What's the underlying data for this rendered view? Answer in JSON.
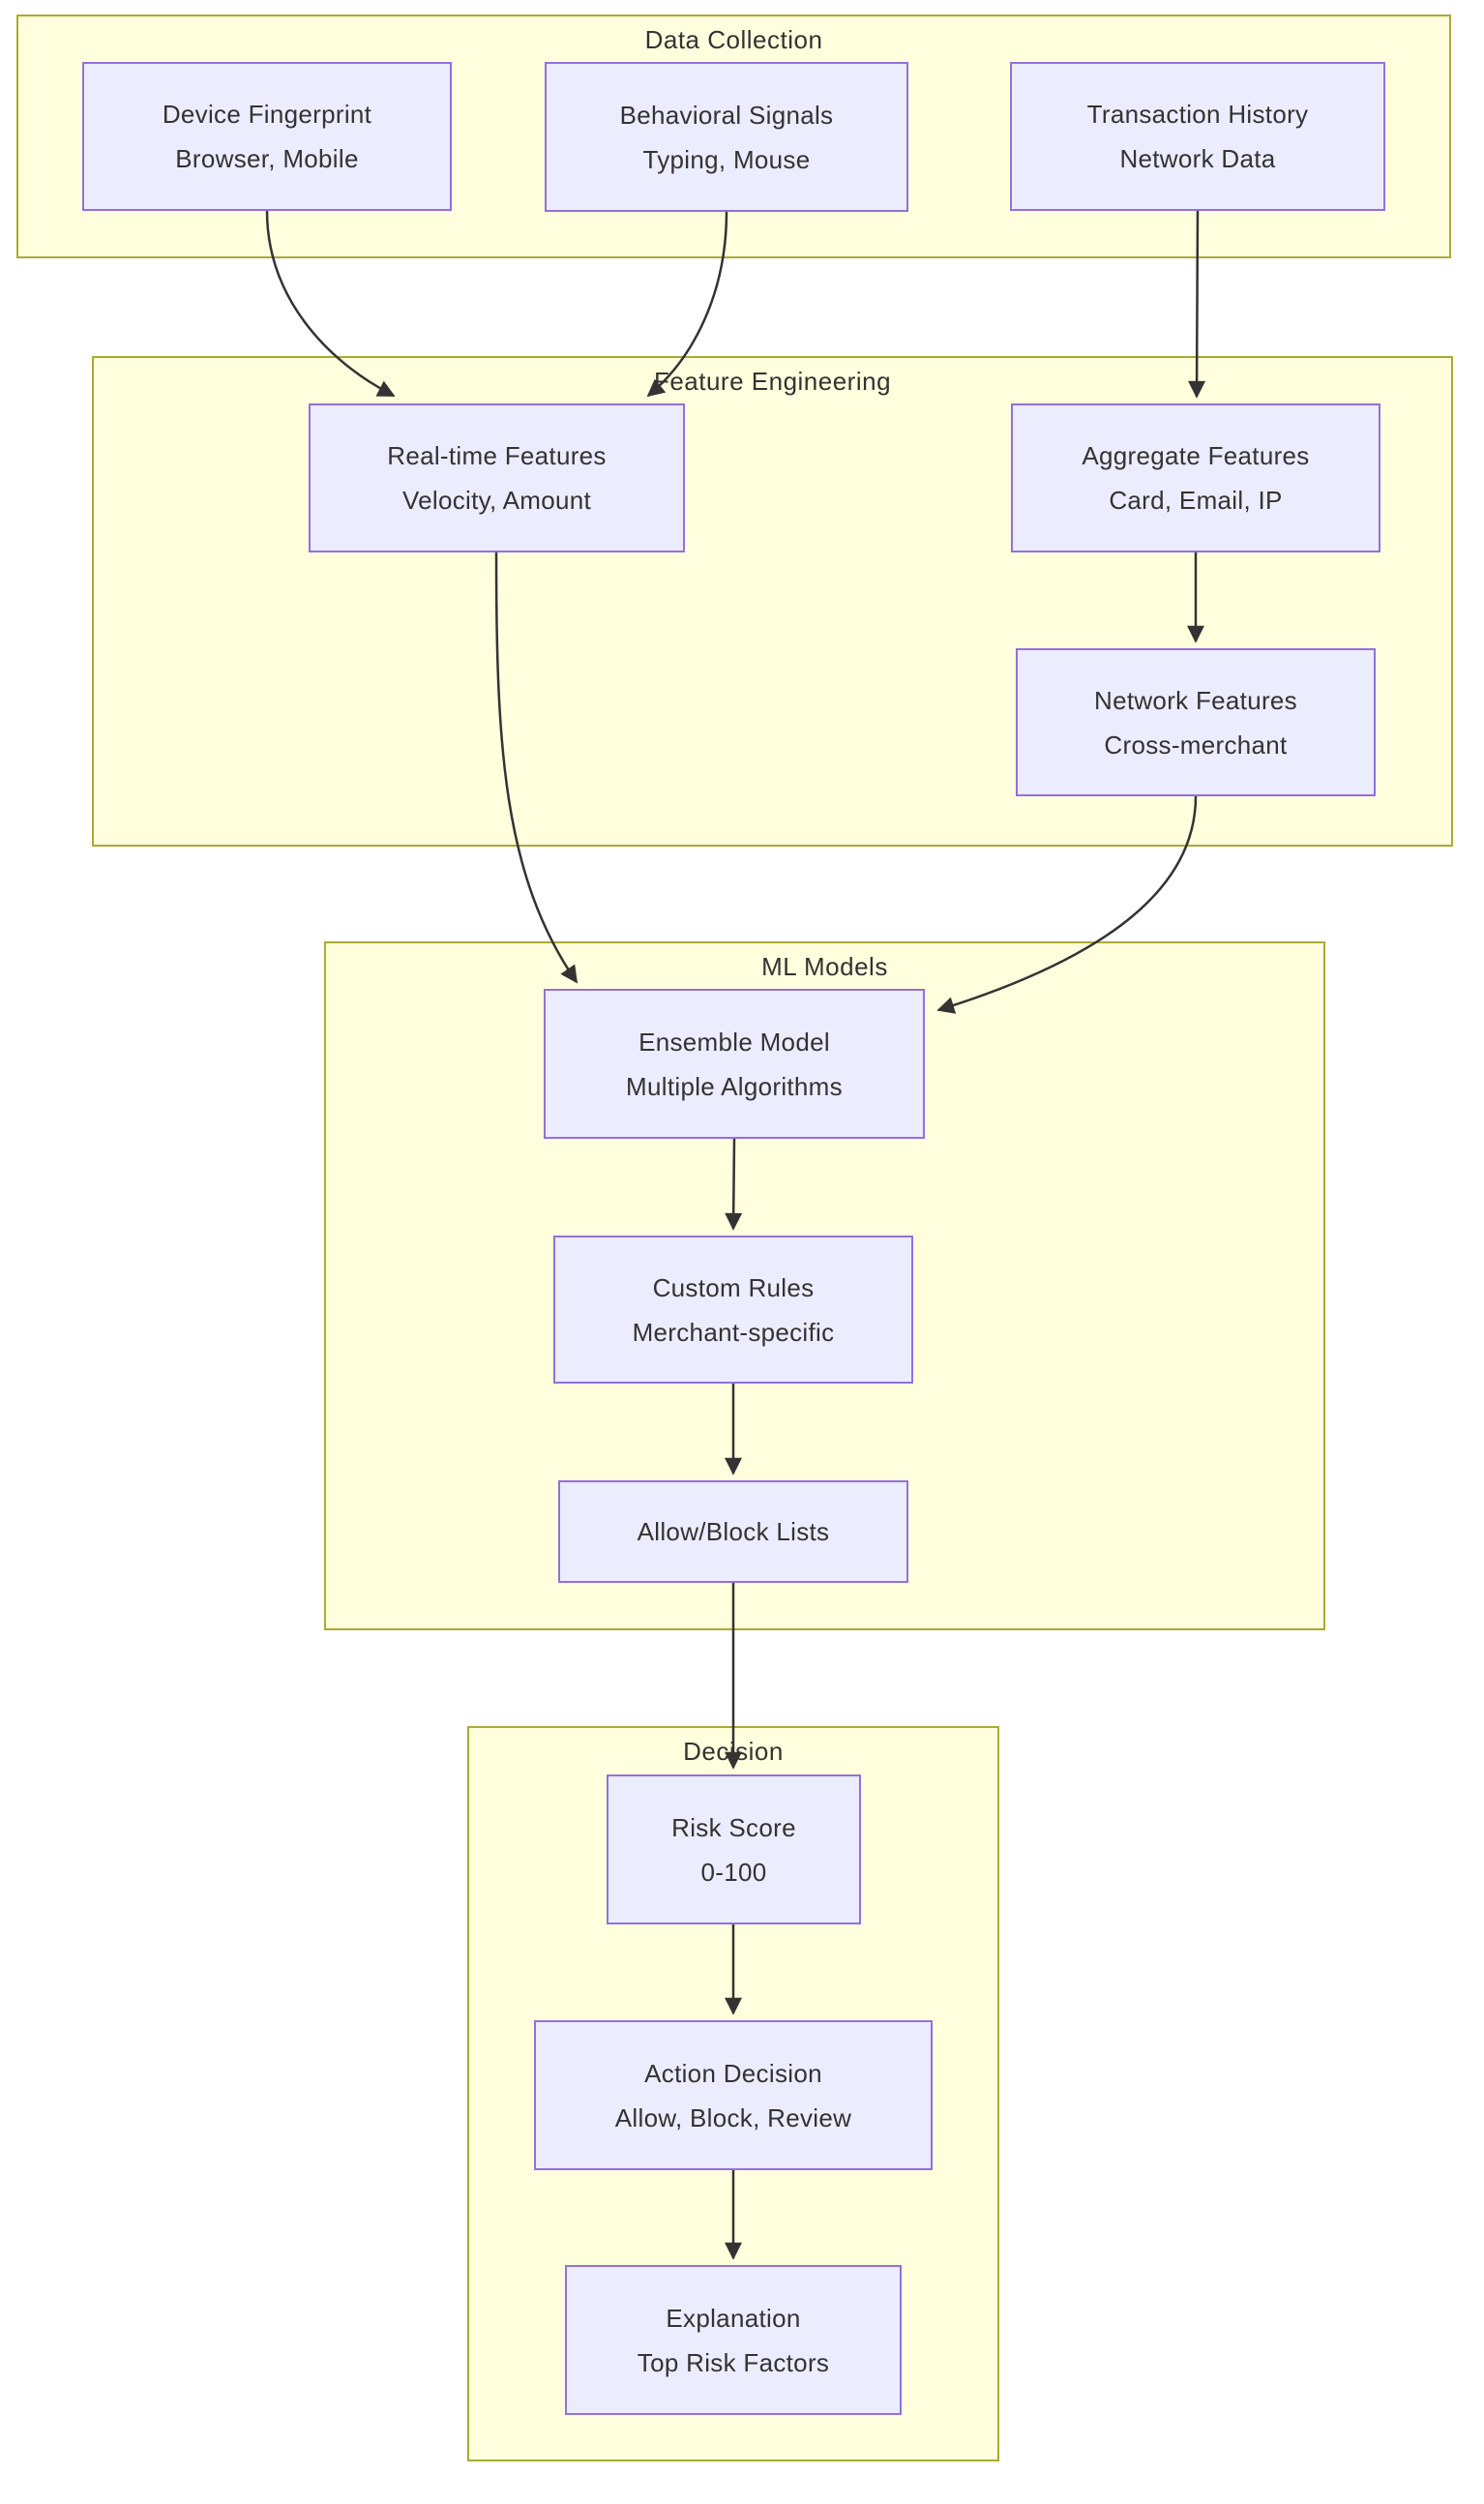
{
  "diagram": {
    "type": "flowchart",
    "direction": "top-down",
    "subgraphs": [
      {
        "id": "data_collection",
        "title": "Data Collection"
      },
      {
        "id": "feature_engineering",
        "title": "Feature Engineering"
      },
      {
        "id": "ml_models",
        "title": "ML Models"
      },
      {
        "id": "decision",
        "title": "Decision"
      }
    ],
    "nodes": [
      {
        "id": "device_fingerprint",
        "subgraph": "data_collection",
        "label": "Device Fingerprint",
        "sublabel": "Browser, Mobile"
      },
      {
        "id": "behavioral_signals",
        "subgraph": "data_collection",
        "label": "Behavioral Signals",
        "sublabel": "Typing, Mouse"
      },
      {
        "id": "transaction_history",
        "subgraph": "data_collection",
        "label": "Transaction History",
        "sublabel": "Network Data"
      },
      {
        "id": "realtime_features",
        "subgraph": "feature_engineering",
        "label": "Real-time Features",
        "sublabel": "Velocity, Amount"
      },
      {
        "id": "aggregate_features",
        "subgraph": "feature_engineering",
        "label": "Aggregate Features",
        "sublabel": "Card, Email, IP"
      },
      {
        "id": "network_features",
        "subgraph": "feature_engineering",
        "label": "Network Features",
        "sublabel": "Cross-merchant"
      },
      {
        "id": "ensemble_model",
        "subgraph": "ml_models",
        "label": "Ensemble Model",
        "sublabel": "Multiple Algorithms"
      },
      {
        "id": "custom_rules",
        "subgraph": "ml_models",
        "label": "Custom Rules",
        "sublabel": "Merchant-specific"
      },
      {
        "id": "allow_block_lists",
        "subgraph": "ml_models",
        "label": "Allow/Block Lists"
      },
      {
        "id": "risk_score",
        "subgraph": "decision",
        "label": "Risk Score",
        "sublabel": "0-100"
      },
      {
        "id": "action_decision",
        "subgraph": "decision",
        "label": "Action Decision",
        "sublabel": "Allow, Block, Review"
      },
      {
        "id": "explanation",
        "subgraph": "decision",
        "label": "Explanation",
        "sublabel": "Top Risk Factors"
      }
    ],
    "edges": [
      {
        "from": "device_fingerprint",
        "to": "realtime_features"
      },
      {
        "from": "behavioral_signals",
        "to": "realtime_features"
      },
      {
        "from": "transaction_history",
        "to": "aggregate_features"
      },
      {
        "from": "realtime_features",
        "to": "ensemble_model"
      },
      {
        "from": "aggregate_features",
        "to": "network_features"
      },
      {
        "from": "network_features",
        "to": "ensemble_model"
      },
      {
        "from": "ensemble_model",
        "to": "custom_rules"
      },
      {
        "from": "custom_rules",
        "to": "allow_block_lists"
      },
      {
        "from": "allow_block_lists",
        "to": "risk_score"
      },
      {
        "from": "risk_score",
        "to": "action_decision"
      },
      {
        "from": "action_decision",
        "to": "explanation"
      }
    ],
    "colors": {
      "background": "#FFFFFF",
      "node_fill": "#ECECFF",
      "node_border": "#9370DB",
      "subgraph_fill": "#FFFFDE",
      "subgraph_border": "#AAAA33",
      "text": "#333333",
      "edge": "#333333"
    }
  }
}
